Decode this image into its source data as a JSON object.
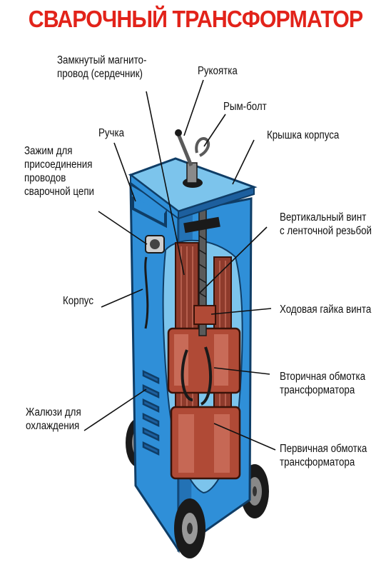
{
  "title": "СВАРОЧНЫЙ ТРАНСФОРМАТОР",
  "labels": {
    "core": "Замкнутый магнито-\nпровод (сердечник)",
    "handle_lever": "Рукоятка",
    "eye_bolt": "Рым-болт",
    "cover": "Крышка корпуса",
    "handle": "Ручка",
    "clamp": "Зажим для\nприсоединения\nпроводов\nсварочной цепи",
    "vertical_screw": "Вертикальный винт\nс ленточной резьбой",
    "body": "Корпус",
    "nut": "Ходовая гайка винта",
    "secondary": "Вторичная обмотка\nтрансформатора",
    "louvers": "Жалюзи для\nохлаждения",
    "primary": "Первичная обмотка\nтрансформатора"
  },
  "colors": {
    "title": "#e2231a",
    "housing": "#2f8fd8",
    "housing_light": "#7cc4ec",
    "housing_dark": "#1d5f9e",
    "copper": "#b04a36",
    "copper_light": "#d98270",
    "core": "#8e3b2c",
    "wheel": "#1a1a1a"
  }
}
